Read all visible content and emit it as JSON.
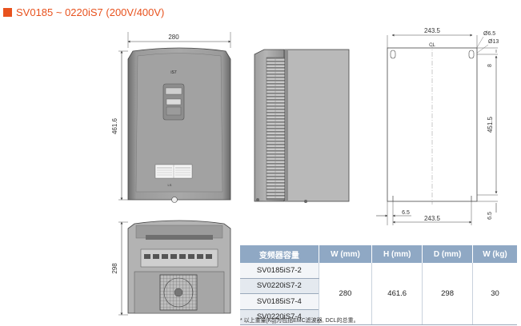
{
  "title": "SV0185 ~ 0220iS7 (200V/400V)",
  "accent_color": "#e8521e",
  "header_color": "#8fa8c4",
  "front_view": {
    "width_label": "280",
    "height_label": "461.6",
    "brand": "iS7",
    "logo": "LS"
  },
  "bottom_view": {
    "depth_label": "298"
  },
  "back_view": {
    "top_width_label": "243.5",
    "centerline_label": "CL",
    "hole_large_label": "Ø6.5",
    "hole_small_label": "Ø13",
    "top_offset_label": "8",
    "hole_pitch_label": "451.5",
    "side_offset_label": "6.5",
    "bottom_width_label": "243.5",
    "bottom_offset_label": "6.5"
  },
  "table": {
    "headers": [
      "变频器容量",
      "W (mm)",
      "H (mm)",
      "D (mm)",
      "W (kg)"
    ],
    "models": [
      "SV0185iS7-2",
      "SV0220iS7-2",
      "SV0185iS7-4",
      "SV0220iS7-4"
    ],
    "width": "280",
    "height": "461.6",
    "depth": "298",
    "weight": "30"
  },
  "footnote": "* 以上重量[Kg]为包括EMC滤波器, DCL的总重。"
}
